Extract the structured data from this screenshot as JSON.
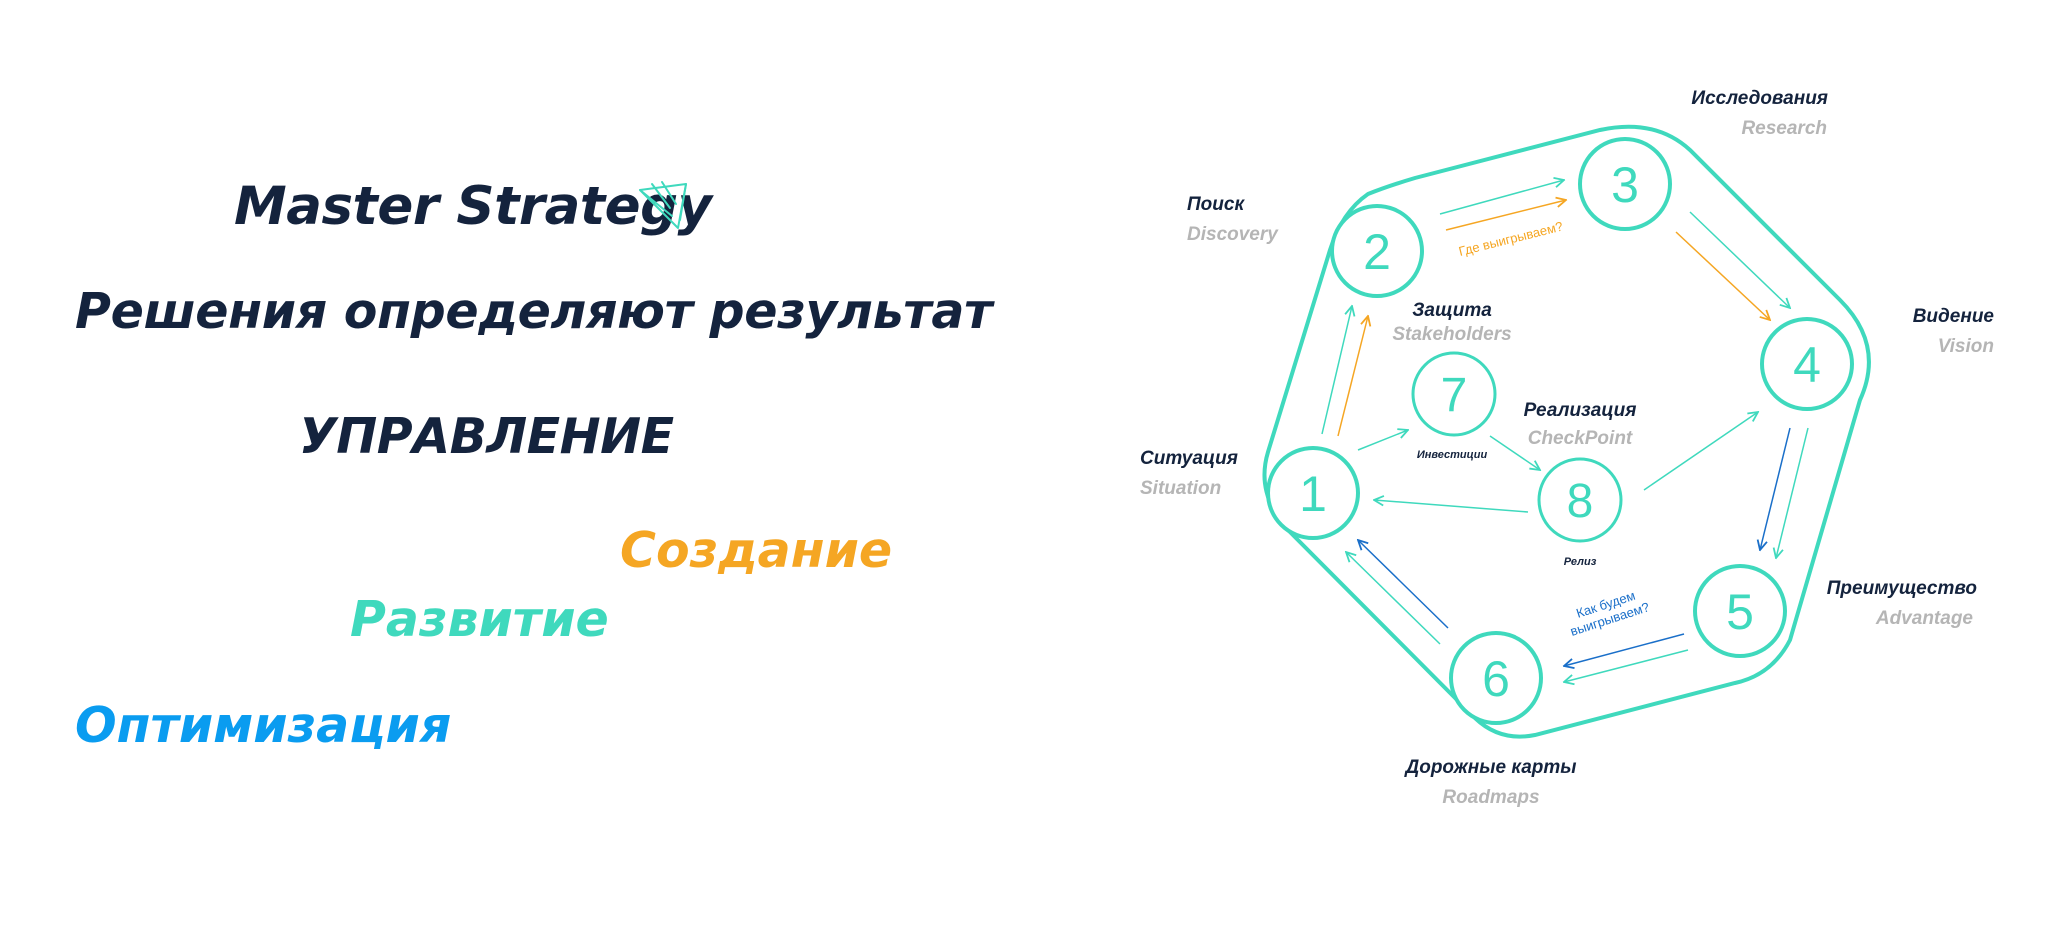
{
  "colors": {
    "dark": "#14233d",
    "teal": "#3fd9bd",
    "orange": "#f5a623",
    "blue": "#0a9cf0",
    "arrow_blue": "#1a6fc9",
    "grey": "#b5b5b5"
  },
  "left": {
    "title": "Master Strategy",
    "logo_icon": "paper-plane-icon",
    "subtitle": "Решения определяют результат",
    "heading": "УПРАВЛЕНИЕ",
    "words": [
      {
        "text": "Создание",
        "color": "#f5a623"
      },
      {
        "text": "Развитие",
        "color": "#3fd9bd"
      },
      {
        "text": "Оптимизация",
        "color": "#0a9cf0"
      }
    ]
  },
  "diagram": {
    "nodes": [
      {
        "num": "1",
        "ru": "Ситуация",
        "en": "Situation"
      },
      {
        "num": "2",
        "ru": "Поиск",
        "en": "Discovery"
      },
      {
        "num": "3",
        "ru": "Исследования",
        "en": "Research"
      },
      {
        "num": "4",
        "ru": "Видение",
        "en": "Vision"
      },
      {
        "num": "5",
        "ru": "Преимущество",
        "en": "Advantage"
      },
      {
        "num": "6",
        "ru": "Дорожные карты",
        "en": "Roadmaps"
      },
      {
        "num": "7",
        "ru": "Защита",
        "en": "Stakeholders",
        "sub": "Инвестиции"
      },
      {
        "num": "8",
        "ru": "Реализация",
        "en": "CheckPoint",
        "sub": "Релиз"
      }
    ],
    "annotations": {
      "where_win": "Где выигрываем?",
      "how_win_line1": "Как будем",
      "how_win_line2": "выигрываем?"
    }
  }
}
